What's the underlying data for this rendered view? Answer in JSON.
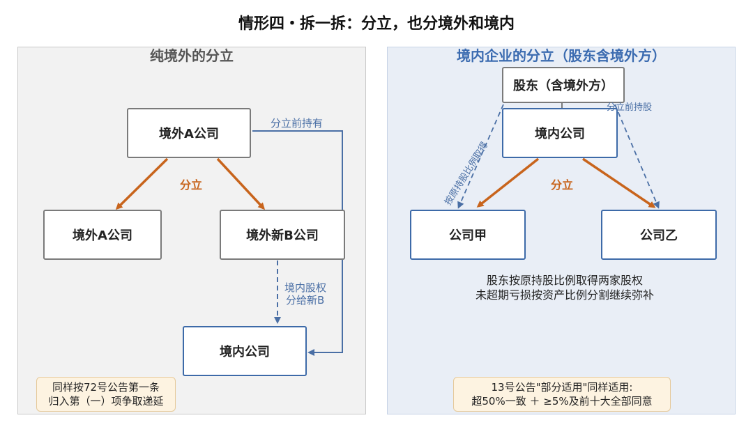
{
  "title": "情形四・拆一拆：分立，也分境外和境内",
  "left": {
    "heading": "纯境外的分立",
    "parent": "境外A公司",
    "split_label": "分立",
    "child_a": "境外A公司",
    "child_b": "境外新B公司",
    "domestic": "境内公司",
    "pre_hold": "分立前持有",
    "equity_line1": "境内股权",
    "equity_line2": "分给新B",
    "note_line1": "同样按72号公告第一条",
    "note_line2": "归入第（一）项争取递延"
  },
  "right": {
    "heading": "境内企业的分立（股东含境外方）",
    "shareholder": "股东（含境外方）",
    "domestic": "境内公司",
    "split_label": "分立",
    "child_a": "公司甲",
    "child_b": "公司乙",
    "pre_hold": "分立前持股",
    "by_ratio": "按原持股比例取得",
    "desc_line1": "股东按原持股比例取得两家股权",
    "desc_line2": "未超期亏损按资产比例分割继续弥补",
    "note_line1": "13号公告\"部分适用\"同样适用:",
    "note_line2": "超50%一致 ＋ ≥5%及前十大全部同意"
  },
  "colors": {
    "orange": "#c8641c",
    "blue": "#3d6aa8",
    "gray": "#7a7a7a"
  }
}
